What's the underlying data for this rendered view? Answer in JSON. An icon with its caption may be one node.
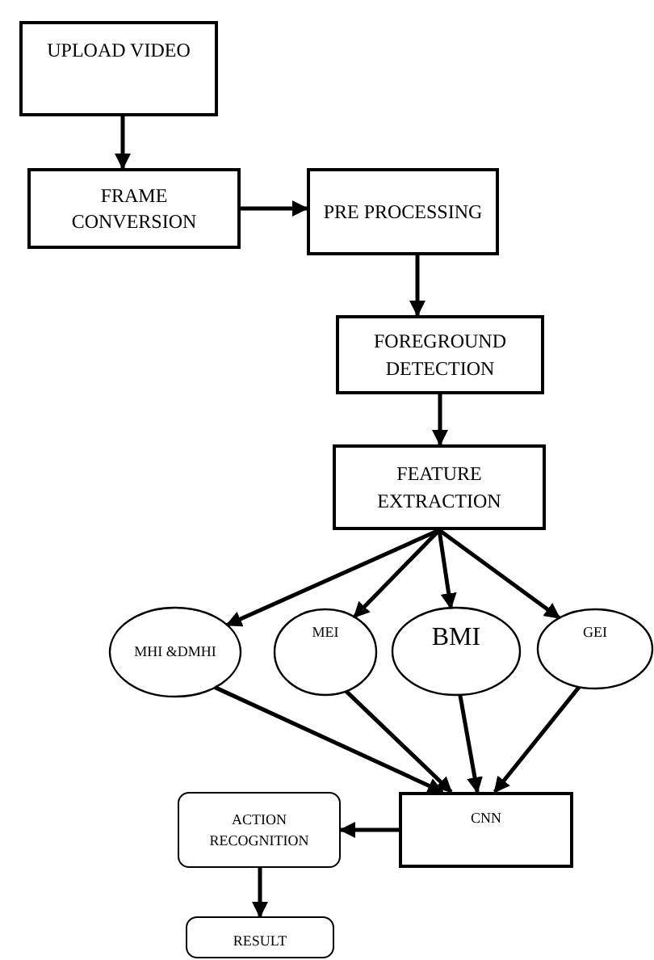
{
  "diagram": {
    "nodes": [
      {
        "text": [
          "UPLOAD VIDEO"
        ]
      },
      {
        "text": [
          "FRAME CONVERSION"
        ]
      },
      {
        "text": [
          "PRE PROCESSING"
        ]
      },
      {
        "text": [
          "FOREGROUND DETECTION"
        ]
      },
      {
        "text": [
          "FEATURE EXTRACTION"
        ]
      },
      {
        "text": [
          "MHI &DMHI"
        ]
      },
      {
        "text": [
          "MEI"
        ]
      },
      {
        "text": [
          "BMI"
        ]
      },
      {
        "text": [
          "GEI"
        ]
      },
      {
        "text": [
          "CNN"
        ]
      },
      {
        "text": [
          "ACTION RECOGNITION"
        ]
      },
      {
        "text": [
          "RESULT"
        ]
      }
    ],
    "edges": [
      {
        "from": 0,
        "to": 1,
        "arrow": "to"
      },
      {
        "from": 1,
        "to": 2,
        "arrow": "to"
      },
      {
        "from": 2,
        "to": 3,
        "arrow": "to"
      },
      {
        "from": 3,
        "to": 4,
        "arrow": "to"
      },
      {
        "from": 4,
        "to": 5,
        "arrow": "to"
      },
      {
        "from": 4,
        "to": 6,
        "arrow": "to"
      },
      {
        "from": 4,
        "to": 7,
        "arrow": "to"
      },
      {
        "from": 4,
        "to": 8,
        "arrow": "to"
      },
      {
        "from": 5,
        "to": 9,
        "arrow": "to"
      },
      {
        "from": 6,
        "to": 9,
        "arrow": "to"
      },
      {
        "from": 7,
        "to": 9,
        "arrow": "to"
      },
      {
        "from": 8,
        "to": 9,
        "arrow": "to"
      },
      {
        "from": 9,
        "to": 10,
        "arrow": "to"
      },
      {
        "from": 10,
        "to": 11,
        "arrow": "to"
      }
    ]
  }
}
